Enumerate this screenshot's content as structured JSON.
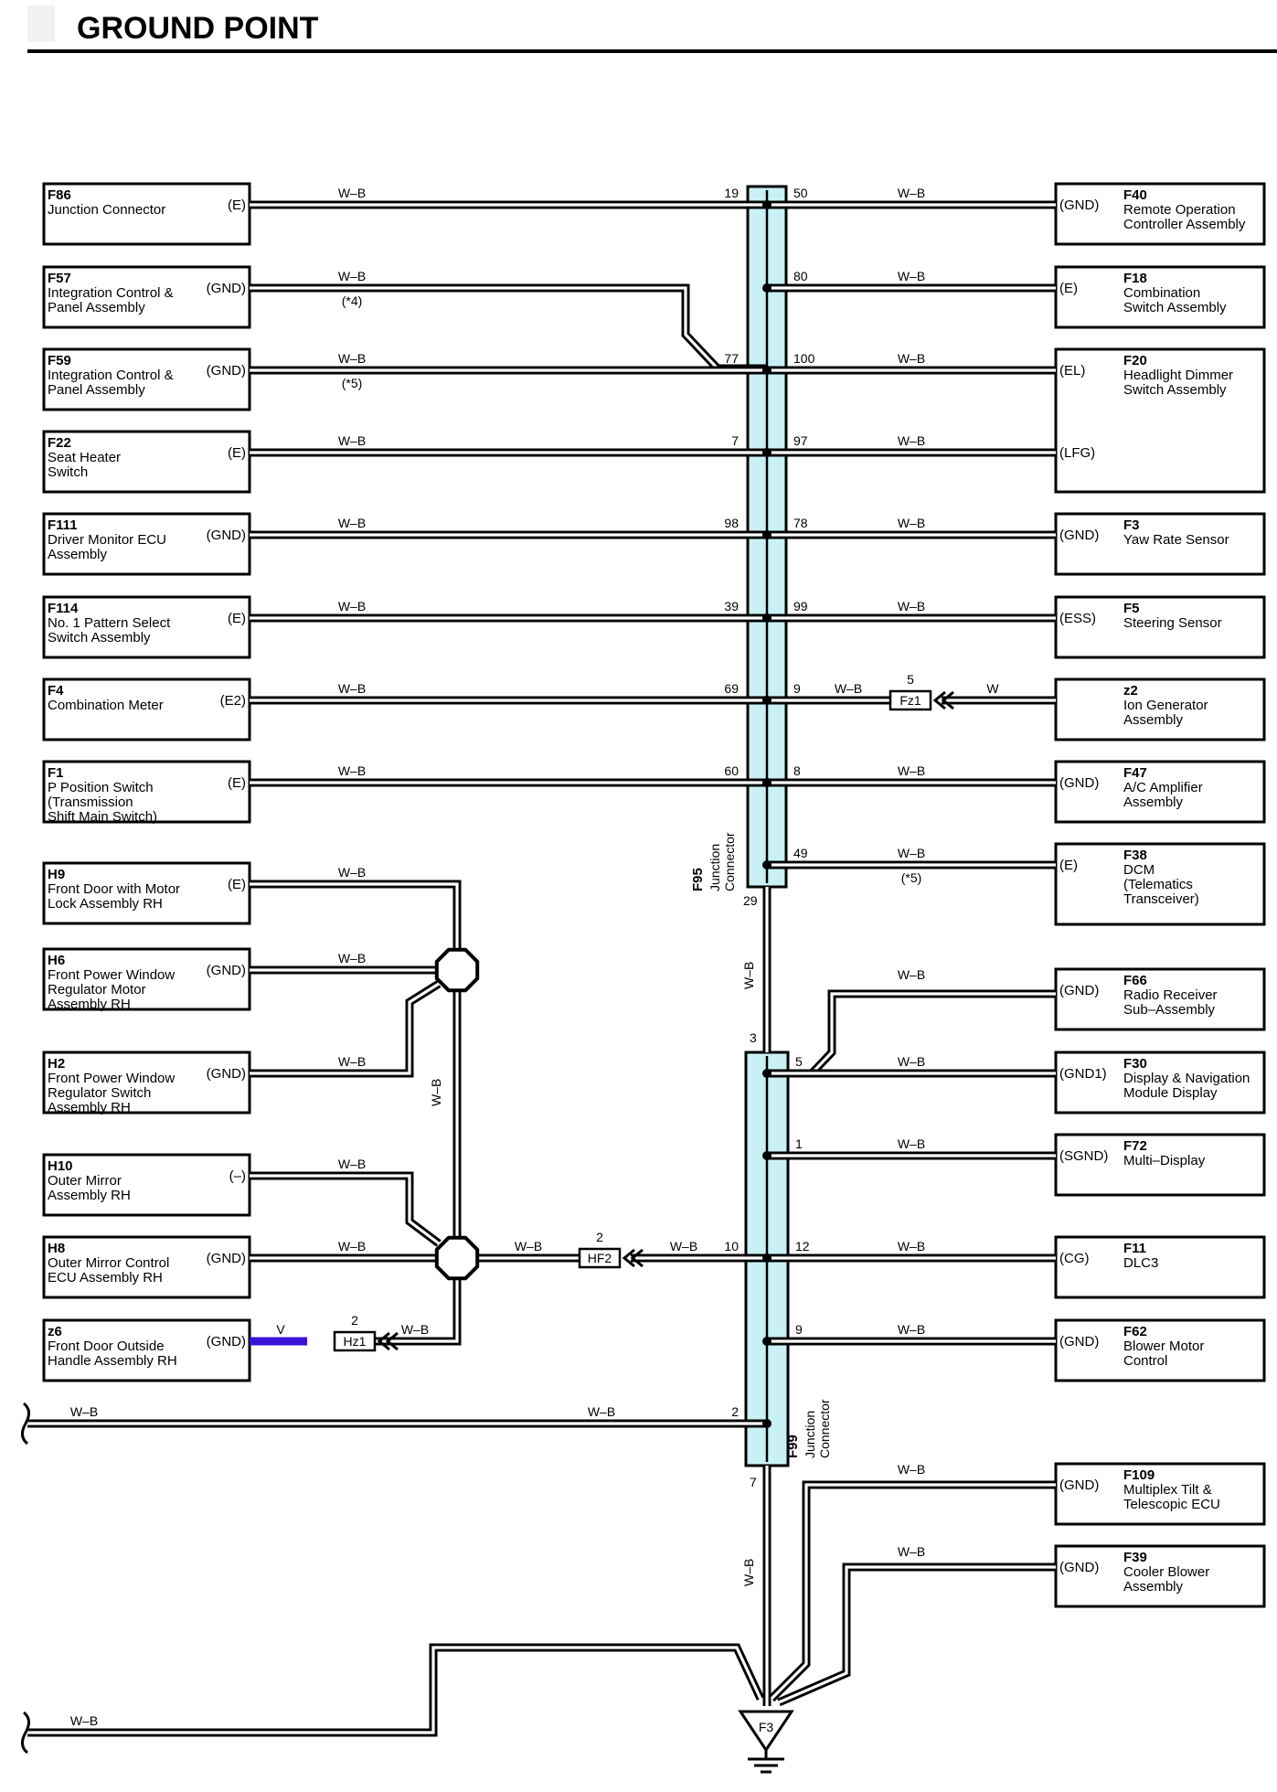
{
  "title": "GROUND POINT",
  "left_components": [
    {
      "code": "F86",
      "name": [
        "Junction Connector"
      ],
      "terminal": "(E)",
      "wire": "W–B",
      "pin": "19"
    },
    {
      "code": "F57",
      "name": [
        "Integration Control &",
        "Panel Assembly"
      ],
      "terminal": "(GND)",
      "wire": "W–B",
      "pin": "77",
      "note": "(*4)"
    },
    {
      "code": "F59",
      "name": [
        "Integration Control &",
        "Panel Assembly"
      ],
      "terminal": "(GND)",
      "wire": "W–B",
      "pin": "77",
      "note": "(*5)"
    },
    {
      "code": "F22",
      "name": [
        "Seat Heater",
        "Switch"
      ],
      "terminal": "(E)",
      "wire": "W–B",
      "pin": "7"
    },
    {
      "code": "F111",
      "name": [
        "Driver Monitor ECU",
        "Assembly"
      ],
      "terminal": "(GND)",
      "wire": "W–B",
      "pin": "98"
    },
    {
      "code": "F114",
      "name": [
        "No.  1 Pattern Select",
        "Switch Assembly"
      ],
      "terminal": "(E)",
      "wire": "W–B",
      "pin": "39"
    },
    {
      "code": "F4",
      "name": [
        "Combination Meter"
      ],
      "terminal": "(E2)",
      "wire": "W–B",
      "pin": "69"
    },
    {
      "code": "F1",
      "name": [
        "P Position Switch",
        "(Transmission",
        " Shift Main Switch)"
      ],
      "terminal": "(E)",
      "wire": "W–B",
      "pin": "60"
    },
    {
      "code": "H9",
      "name": [
        "Front Door with Motor",
        "Lock Assembly RH"
      ],
      "terminal": "(E)",
      "wire": "W–B"
    },
    {
      "code": "H6",
      "name": [
        "Front Power Window",
        "Regulator Motor",
        "Assembly RH"
      ],
      "terminal": "(GND)",
      "wire": "W–B"
    },
    {
      "code": "H2",
      "name": [
        "Front Power Window",
        "Regulator Switch",
        "Assembly RH"
      ],
      "terminal": "(GND)",
      "wire": "W–B"
    },
    {
      "code": "H10",
      "name": [
        "Outer Mirror",
        "Assembly RH"
      ],
      "terminal": "(–)",
      "wire": "W–B"
    },
    {
      "code": "H8",
      "name": [
        "Outer Mirror Control",
        "ECU Assembly RH"
      ],
      "terminal": "(GND)",
      "wire": "W–B"
    },
    {
      "code": "z6",
      "name": [
        "Front Door Outside",
        "Handle Assembly RH"
      ],
      "terminal": "(GND)",
      "wire": "V"
    }
  ],
  "right_components": [
    {
      "code": "F40",
      "name": [
        "Remote Operation",
        "Controller Assembly"
      ],
      "terminal": "(GND)",
      "wire": "W–B",
      "pin": "50"
    },
    {
      "code": "F18",
      "name": [
        "Combination",
        "Switch Assembly"
      ],
      "terminal": "(E)",
      "wire": "W–B",
      "pin": "80"
    },
    {
      "code": "F20",
      "name": [
        "Headlight Dimmer",
        "Switch Assembly"
      ],
      "terminal": "(EL)",
      "wire": "W–B",
      "pin": "100"
    },
    {
      "code": "",
      "name": [],
      "terminal": "(LFG)",
      "wire": "W–B",
      "pin": "97"
    },
    {
      "code": "F3",
      "name": [
        "Yaw Rate Sensor"
      ],
      "terminal": "(GND)",
      "wire": "W–B",
      "pin": "78"
    },
    {
      "code": "F5",
      "name": [
        "Steering Sensor"
      ],
      "terminal": "(ESS)",
      "wire": "W–B",
      "pin": "99"
    },
    {
      "code": "z2",
      "name": [
        "Ion Generator",
        "Assembly"
      ],
      "terminal": "",
      "wire": "W",
      "pin": "9"
    },
    {
      "code": "F47",
      "name": [
        "A/C Amplifier",
        "Assembly"
      ],
      "terminal": "(GND)",
      "wire": "W–B",
      "pin": "8"
    },
    {
      "code": "F38",
      "name": [
        "DCM",
        "(Telematics",
        " Transceiver)"
      ],
      "terminal": "(E)",
      "wire": "W–B",
      "pin": "49",
      "note": "(*5)"
    },
    {
      "code": "F66",
      "name": [
        "Radio Receiver",
        "Sub–Assembly"
      ],
      "terminal": "(GND)",
      "wire": "W–B"
    },
    {
      "code": "F30",
      "name": [
        "Display & Navigation",
        "Module Display"
      ],
      "terminal": "(GND1)",
      "wire": "W–B",
      "pin": "5"
    },
    {
      "code": "F72",
      "name": [
        "Multi–Display"
      ],
      "terminal": "(SGND)",
      "wire": "W–B",
      "pin": "1"
    },
    {
      "code": "F11",
      "name": [
        "DLC3"
      ],
      "terminal": "(CG)",
      "wire": "W–B",
      "pin": "12"
    },
    {
      "code": "F62",
      "name": [
        "Blower Motor",
        "Control"
      ],
      "terminal": "(GND)",
      "wire": "W–B",
      "pin": "9"
    },
    {
      "code": "F109",
      "name": [
        "Multiplex Tilt &",
        "Telescopic ECU"
      ],
      "terminal": "(GND)",
      "wire": "W–B"
    },
    {
      "code": "F39",
      "name": [
        "Cooler Blower",
        "Assembly"
      ],
      "terminal": "(GND)",
      "wire": "W–B"
    }
  ],
  "junctions": [
    {
      "code": "F95",
      "label": "Junction Connector",
      "bottom_pin": "29"
    },
    {
      "code": "F99",
      "label": "Junction Connector",
      "top_pin": "3",
      "bottom_pin": "7"
    }
  ],
  "inline_connectors": [
    {
      "code": "Fz1",
      "pin": "5",
      "wire_left": "W–B",
      "wire_right": "W"
    },
    {
      "code": "HF2",
      "pin": "2",
      "wire_left": "W–B",
      "wire_right": "W–B"
    },
    {
      "code": "Hz1",
      "pin": "2",
      "wire_left": "V",
      "wire_right": "W–B"
    }
  ],
  "f99_left_pins": {
    "hf2": "10",
    "offpage": "2"
  },
  "vertical_wire_labels": [
    "W–B",
    "W–B",
    "W–B"
  ],
  "offpage_wires": [
    "W–B",
    "W–B",
    "W–B"
  ],
  "ground": {
    "code": "F3"
  },
  "colors": {
    "wire_v": "#3a14d6",
    "junction_fill": "#c9f1f5",
    "wire": "#000000"
  }
}
